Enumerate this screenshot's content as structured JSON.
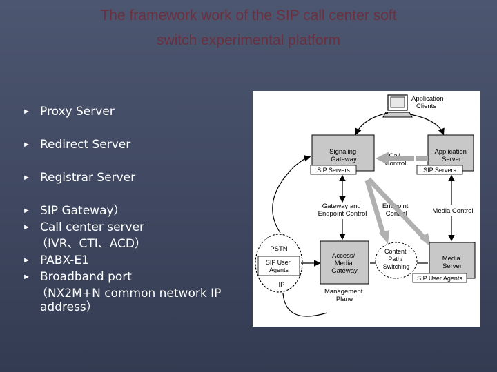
{
  "title": {
    "line1": "The framework work of the SIP call center soft",
    "line2": "switch experimental platform"
  },
  "bullets": {
    "proxy": "Proxy Server",
    "redirect": "Redirect Server",
    "registrar": "Registrar Server",
    "sip_gateway": "SIP Gateway）",
    "call_center": "Call center server",
    "call_center_detail": "（IVR、CTI、ACD）",
    "pabx": "PABX-E1",
    "broadband": "Broadband port",
    "broadband_detail": "（NX2M+N common network IP",
    "broadband_detail2": "address）"
  },
  "diagram": {
    "app_clients": [
      "Application",
      "Clients"
    ],
    "signaling_gateway": [
      "Signaling",
      "Gateway"
    ],
    "sip_servers_left": "SIP Servers",
    "call_control": [
      "Call",
      "Control"
    ],
    "application_server": [
      "Application",
      "Server"
    ],
    "sip_servers_right": "SIP Servers",
    "gw_endpoint_control": [
      "Gateway and",
      "Endpoint Control"
    ],
    "endpoint_control": [
      "Endpoint",
      "Control"
    ],
    "media_control": "Media Control",
    "pstn": "PSTN",
    "sip_user_agents_left": [
      "SIP User",
      "Agents"
    ],
    "ip": "IP",
    "access_media_gateway": [
      "Access/",
      "Media",
      "Gateway"
    ],
    "content_path_switching": [
      "Content",
      "Path/",
      "Switching"
    ],
    "media_server": [
      "Media",
      "Server"
    ],
    "sip_user_agents_right": "SIP User Agents",
    "management_plane": [
      "Management",
      "Plane"
    ]
  }
}
